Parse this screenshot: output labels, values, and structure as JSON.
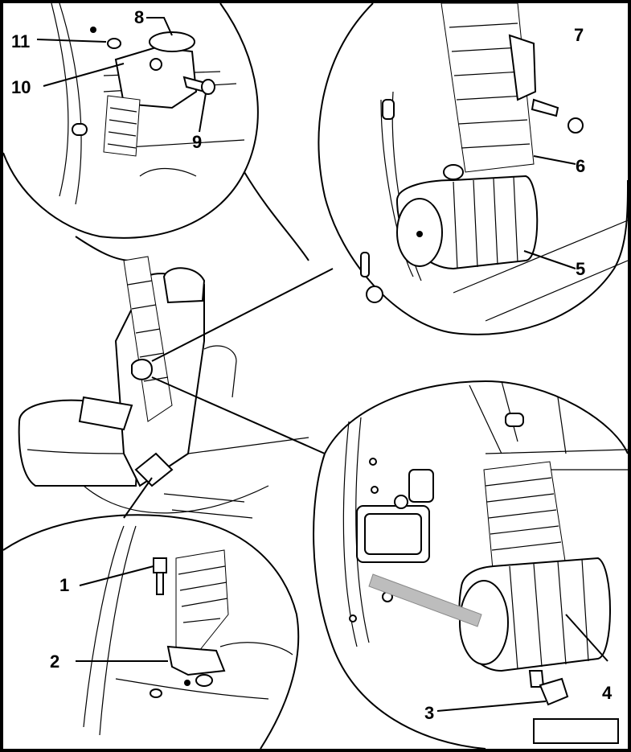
{
  "diagram": {
    "callouts": [
      {
        "id": "c1",
        "text": "1"
      },
      {
        "id": "c2",
        "text": "2"
      },
      {
        "id": "c3",
        "text": "3"
      },
      {
        "id": "c4",
        "text": "4"
      },
      {
        "id": "c5",
        "text": "5"
      },
      {
        "id": "c6",
        "text": "6"
      },
      {
        "id": "c7",
        "text": "7"
      },
      {
        "id": "c8",
        "text": "8"
      },
      {
        "id": "c9",
        "text": "9"
      },
      {
        "id": "c10",
        "text": "10"
      },
      {
        "id": "c11",
        "text": "11"
      }
    ],
    "colors": {
      "line": "#000000",
      "background": "#ffffff",
      "arrow": "#bdbdbd"
    }
  }
}
